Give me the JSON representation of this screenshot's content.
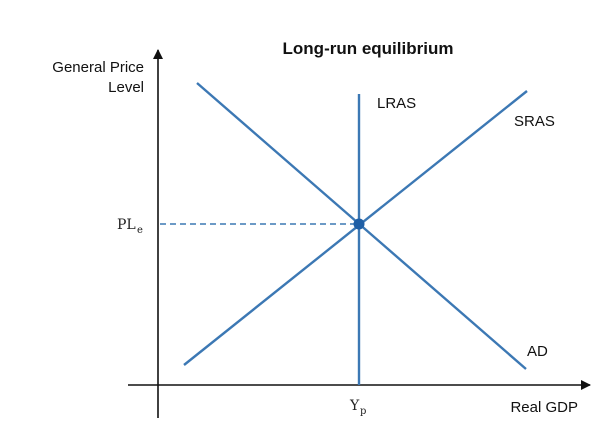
{
  "diagram": {
    "title": "Long-run equilibrium",
    "y_axis_label_line1": "General Price",
    "y_axis_label_line2": "Level",
    "x_axis_label": "Real GDP",
    "curves": {
      "lras": "LRAS",
      "sras": "SRAS",
      "ad": "AD"
    },
    "equilibrium_price": {
      "main": "PL",
      "sub": "e"
    },
    "potential_output": {
      "main": "Y",
      "sub": "p"
    },
    "colors": {
      "curve": "#3c78b4",
      "axis": "#111111",
      "dot": "#1f5fa6"
    }
  }
}
